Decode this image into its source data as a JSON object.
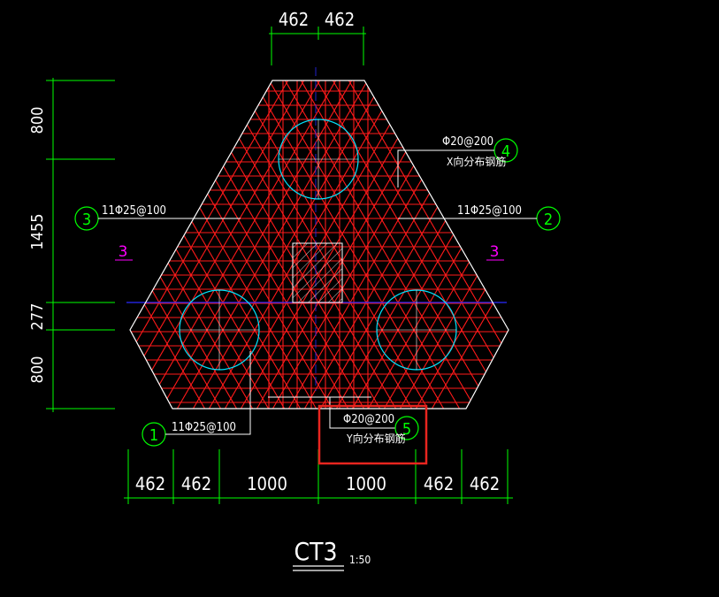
{
  "drawing": {
    "title": "CT3",
    "scale": "1:50",
    "top_dims": [
      "462",
      "462"
    ],
    "left_dims": [
      "800",
      "1455",
      "277",
      "800"
    ],
    "bottom_dims": [
      "462",
      "462",
      "1000",
      "1000",
      "462",
      "462"
    ],
    "section_mark": "3"
  },
  "callouts": [
    {
      "num": "1",
      "text": "11Φ25@100"
    },
    {
      "num": "2",
      "text": "11Φ25@100"
    },
    {
      "num": "3",
      "text": "11Φ25@100"
    },
    {
      "num": "4",
      "text": "Φ20@200",
      "text2": "X向分布钢筋"
    },
    {
      "num": "5",
      "text": "Φ20@200",
      "text2": "Y向分布钢筋"
    }
  ],
  "colors": {
    "outline": "#ffffff",
    "rebar": "#ff1a1a",
    "dimension": "#00ff00",
    "pile": "#00ffff",
    "axis": "#0000ff",
    "section": "#ff00ff",
    "highlight": "#e8251f"
  }
}
